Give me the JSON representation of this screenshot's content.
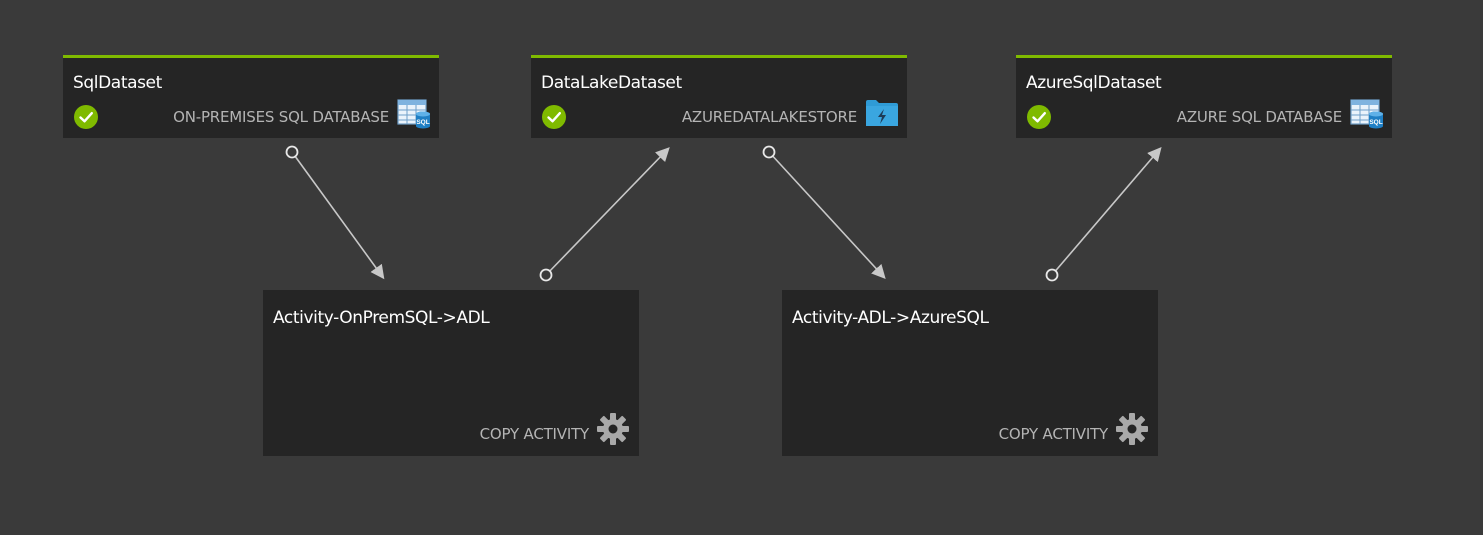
{
  "datasets": [
    {
      "name": "SqlDataset",
      "type": "ON-PREMISES SQL DATABASE",
      "status": "check-icon",
      "icon": "sql-table-icon",
      "color": "#7fba00"
    },
    {
      "name": "DataLakeDataset",
      "type": "AZUREDATALAKESTORE",
      "status": "check-icon",
      "icon": "data-lake-folder-icon",
      "color": "#7fba00"
    },
    {
      "name": "AzureSqlDataset",
      "type": "AZURE SQL DATABASE",
      "status": "check-icon",
      "icon": "sql-table-icon",
      "color": "#7fba00"
    }
  ],
  "activities": [
    {
      "name": "Activity-OnPremSQL->ADL",
      "type": "COPY ACTIVITY",
      "icon": "gear-icon"
    },
    {
      "name": "Activity-ADL->AzureSQL",
      "type": "COPY ACTIVITY",
      "icon": "gear-icon"
    }
  ],
  "colors": {
    "canvas": "#3a3a3a",
    "node": "#252525",
    "accent": "#7fba00",
    "connector": "#c8c8c8",
    "azure_blue": "#2f9bd6"
  }
}
